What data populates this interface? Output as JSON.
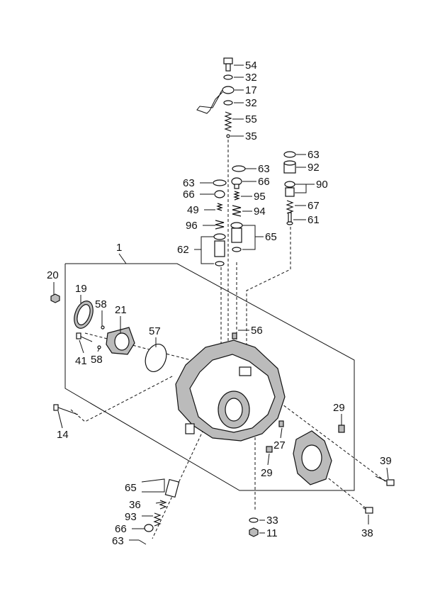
{
  "diagram": {
    "labels": {
      "p54": "54",
      "p32a": "32",
      "p17": "17",
      "p32b": "32",
      "p55": "55",
      "p35": "35",
      "p63a": "63",
      "p92": "92",
      "p90": "90",
      "p67": "67",
      "p61": "61",
      "p63b": "63",
      "p63c": "63",
      "p66a": "66",
      "p66b": "66",
      "p95": "95",
      "p49": "49",
      "p94": "94",
      "p96": "96",
      "p65a": "65",
      "p62": "62",
      "p1": "1",
      "p20": "20",
      "p19": "19",
      "p58a": "58",
      "p21": "21",
      "p57": "57",
      "p56": "56",
      "p41": "41",
      "p58b": "58",
      "p29a": "29",
      "p14": "14",
      "p27": "27",
      "p29b": "29",
      "p39": "39",
      "p65b": "65",
      "p36": "36",
      "p93": "93",
      "p66c": "66",
      "p63d": "63",
      "p33": "33",
      "p11": "11",
      "p38": "38"
    }
  }
}
